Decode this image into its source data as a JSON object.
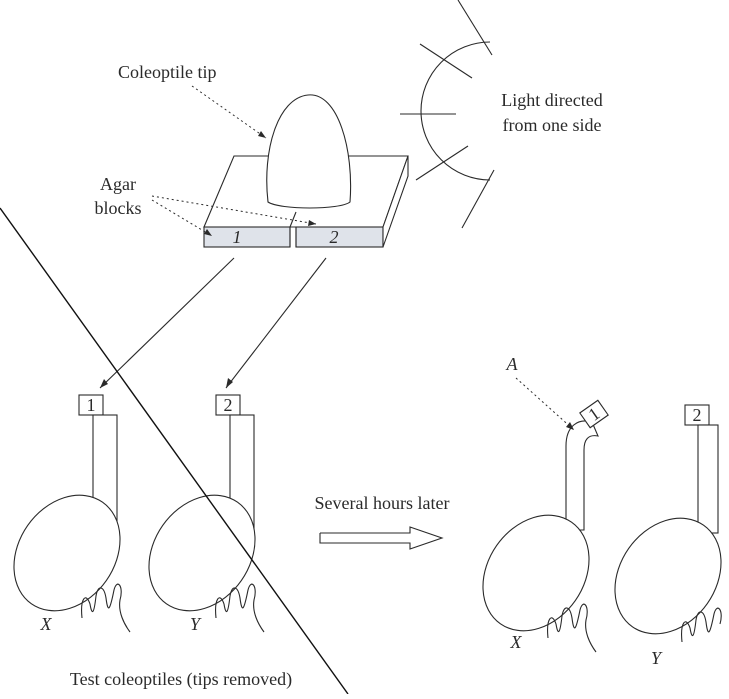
{
  "labels": {
    "coleoptile_tip": "Coleoptile tip",
    "light_line1": "Light directed",
    "light_line2": "from one side",
    "agar_line1": "Agar",
    "agar_line2": "blocks",
    "block1": "1",
    "block2": "2",
    "several_hours": "Several hours later",
    "test_coleoptiles": "Test coleoptiles (tips removed)",
    "label_A": "A",
    "label_X": "X",
    "label_Y": "Y"
  }
}
